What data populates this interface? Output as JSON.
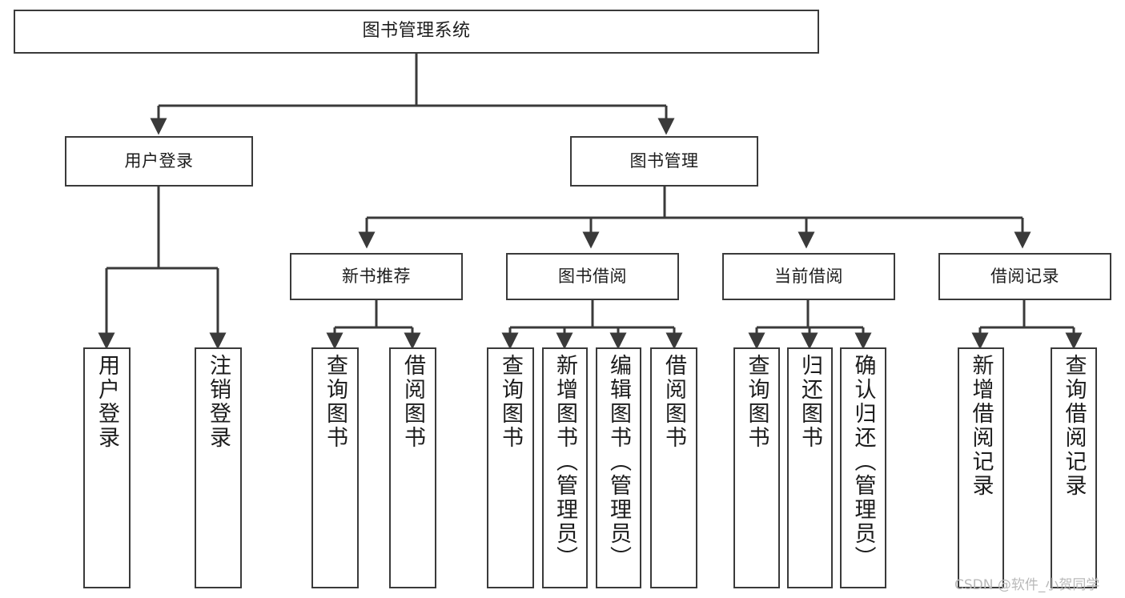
{
  "diagram": {
    "type": "tree-hierarchy-chart",
    "title": "图书管理系统",
    "line_color": "#3a3a3a",
    "box_fill": "#ffffff",
    "text_color": "#1c1c1c",
    "nodes": {
      "root": {
        "label": "图书管理系统"
      },
      "level2": [
        {
          "id": "user-login",
          "label": "用户登录"
        },
        {
          "id": "book-manage",
          "label": "图书管理"
        }
      ],
      "level3": [
        {
          "id": "new-book-recommend",
          "label": "新书推荐"
        },
        {
          "id": "book-borrow",
          "label": "图书借阅"
        },
        {
          "id": "current-borrow",
          "label": "当前借阅"
        },
        {
          "id": "borrow-record",
          "label": "借阅记录"
        }
      ],
      "leaves": {
        "user_login": [
          {
            "id": "leaf-user-login",
            "label": "用户登录"
          },
          {
            "id": "leaf-logout-login",
            "label": "注销登录"
          }
        ],
        "new_book_recommend": [
          {
            "id": "leaf-query-book-1",
            "label": "查询图书"
          },
          {
            "id": "leaf-borrow-book-1",
            "label": "借阅图书"
          }
        ],
        "book_borrow": [
          {
            "id": "leaf-query-book-2",
            "label": "查询图书"
          },
          {
            "id": "leaf-add-book-admin",
            "label": "新增图书（管理员）"
          },
          {
            "id": "leaf-edit-book-admin",
            "label": "编辑图书（管理员）"
          },
          {
            "id": "leaf-borrow-book-2",
            "label": "借阅图书"
          }
        ],
        "current_borrow": [
          {
            "id": "leaf-query-book-3",
            "label": "查询图书"
          },
          {
            "id": "leaf-return-book",
            "label": "归还图书"
          },
          {
            "id": "leaf-confirm-return-admin",
            "label": "确认归还（管理员）"
          }
        ],
        "borrow_record": [
          {
            "id": "leaf-add-borrow-record",
            "label": "新增借阅记录"
          },
          {
            "id": "leaf-query-borrow-record",
            "label": "查询借阅记录"
          }
        ]
      }
    }
  },
  "watermark": {
    "text": "CSDN @软件_小贺同学"
  }
}
